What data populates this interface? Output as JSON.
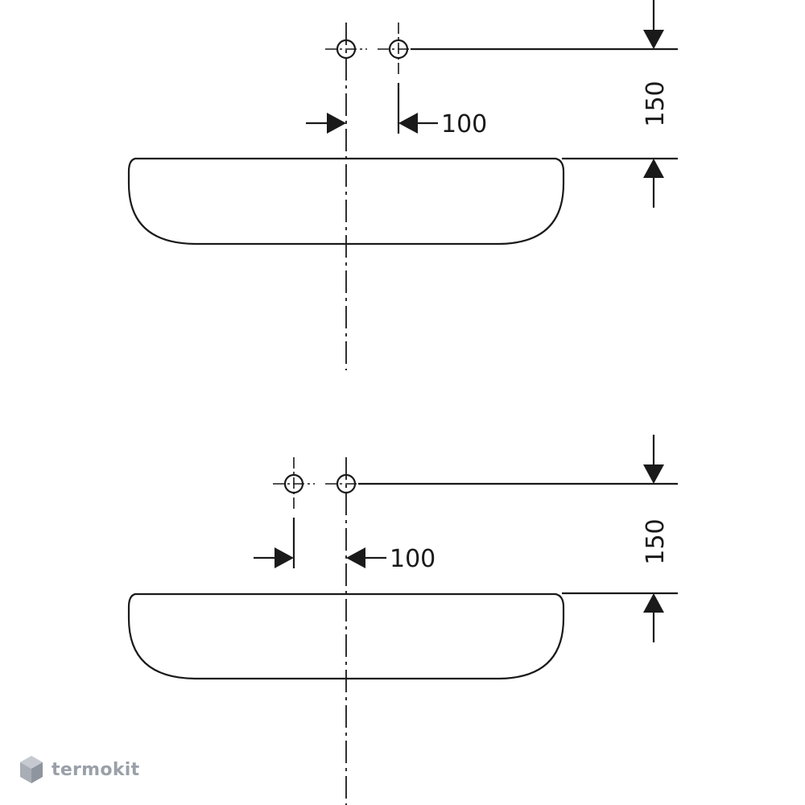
{
  "views": [
    {
      "name": "top-view",
      "horizontal_offset_label": "100",
      "vertical_height_label": "150"
    },
    {
      "name": "bottom-view",
      "horizontal_offset_label": "100",
      "vertical_height_label": "150"
    }
  ],
  "watermark": {
    "text": "termokit",
    "icon": "hexagon-cube-icon",
    "color": "#9aa0a8"
  },
  "colors": {
    "line": "#1a1a1a",
    "background": "#ffffff"
  }
}
